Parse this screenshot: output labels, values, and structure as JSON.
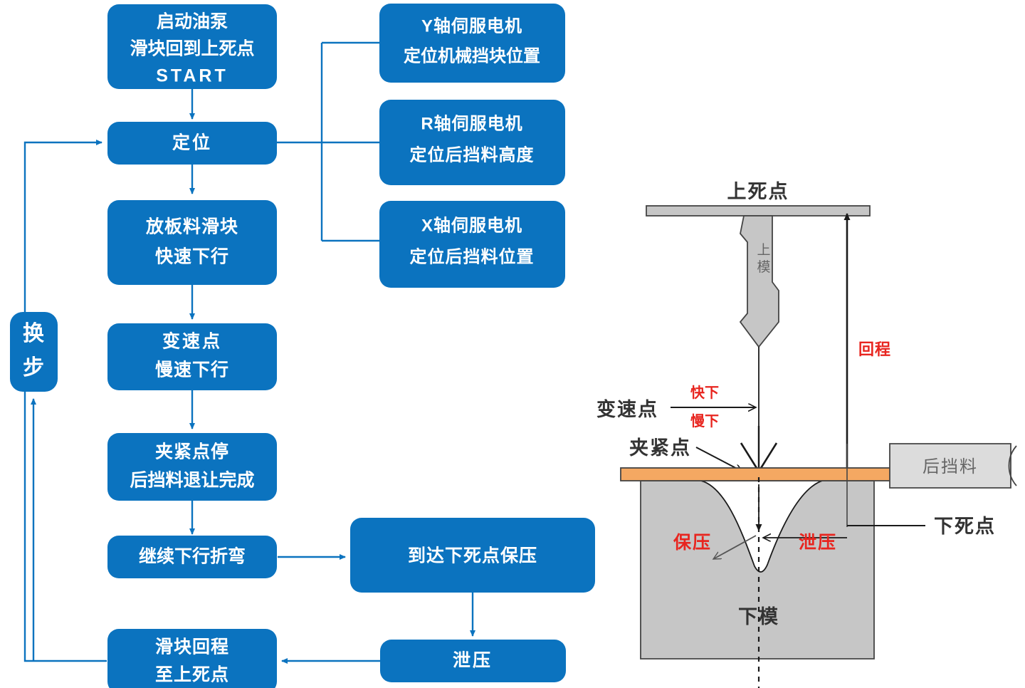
{
  "theme": {
    "box_fill": "#0b73bf",
    "connector": "#0b73bf",
    "label_dark": "#333333",
    "label_red": "#e8251f",
    "label_gray": "#666666",
    "die_fill": "#c6c6c6",
    "sheet_fill": "#f4a862",
    "die_stroke": "#444444",
    "page_bg": "#ffffff"
  },
  "flowchart": {
    "start": {
      "line1": "启动油泵",
      "line2": "滑块回到上死点",
      "line3": "START"
    },
    "steps": [
      {
        "id": "positioning",
        "lines": [
          "定位"
        ]
      },
      {
        "id": "fast-down",
        "lines": [
          "放板料滑块",
          "快速下行"
        ]
      },
      {
        "id": "speed-change",
        "lines": [
          "变速点",
          "慢速下行"
        ]
      },
      {
        "id": "clamp-stop",
        "lines": [
          "夹紧点停",
          "后挡料退让完成"
        ]
      },
      {
        "id": "continue-bend",
        "lines": [
          "继续下行折弯"
        ]
      },
      {
        "id": "hold-pressure",
        "lines": [
          "到达下死点保压"
        ]
      },
      {
        "id": "release-pressure",
        "lines": [
          "泄压"
        ]
      },
      {
        "id": "slide-return",
        "lines": [
          "滑块回程",
          "至上死点"
        ]
      }
    ],
    "loop_label": {
      "line1": "换",
      "line2": "步"
    },
    "servos": [
      {
        "id": "y-axis",
        "line1": "Y轴伺服电机",
        "line2": "定位机械挡块位置"
      },
      {
        "id": "r-axis",
        "line1": "R轴伺服电机",
        "line2": "定位后挡料高度"
      },
      {
        "id": "x-axis",
        "line1": "X轴伺服电机",
        "line2": "定位后挡料位置"
      }
    ]
  },
  "machine": {
    "top_dead_center": "上死点",
    "bottom_dead_center": "下死点",
    "upper_die": "上模",
    "lower_die": "下模",
    "back_gauge": "后挡料",
    "speed_change_point": "变速点",
    "fast_down": "快下",
    "slow_down": "慢下",
    "clamp_point": "夹紧点",
    "return_stroke": "回程",
    "hold_pressure": "保压",
    "release_pressure": "泄压"
  }
}
